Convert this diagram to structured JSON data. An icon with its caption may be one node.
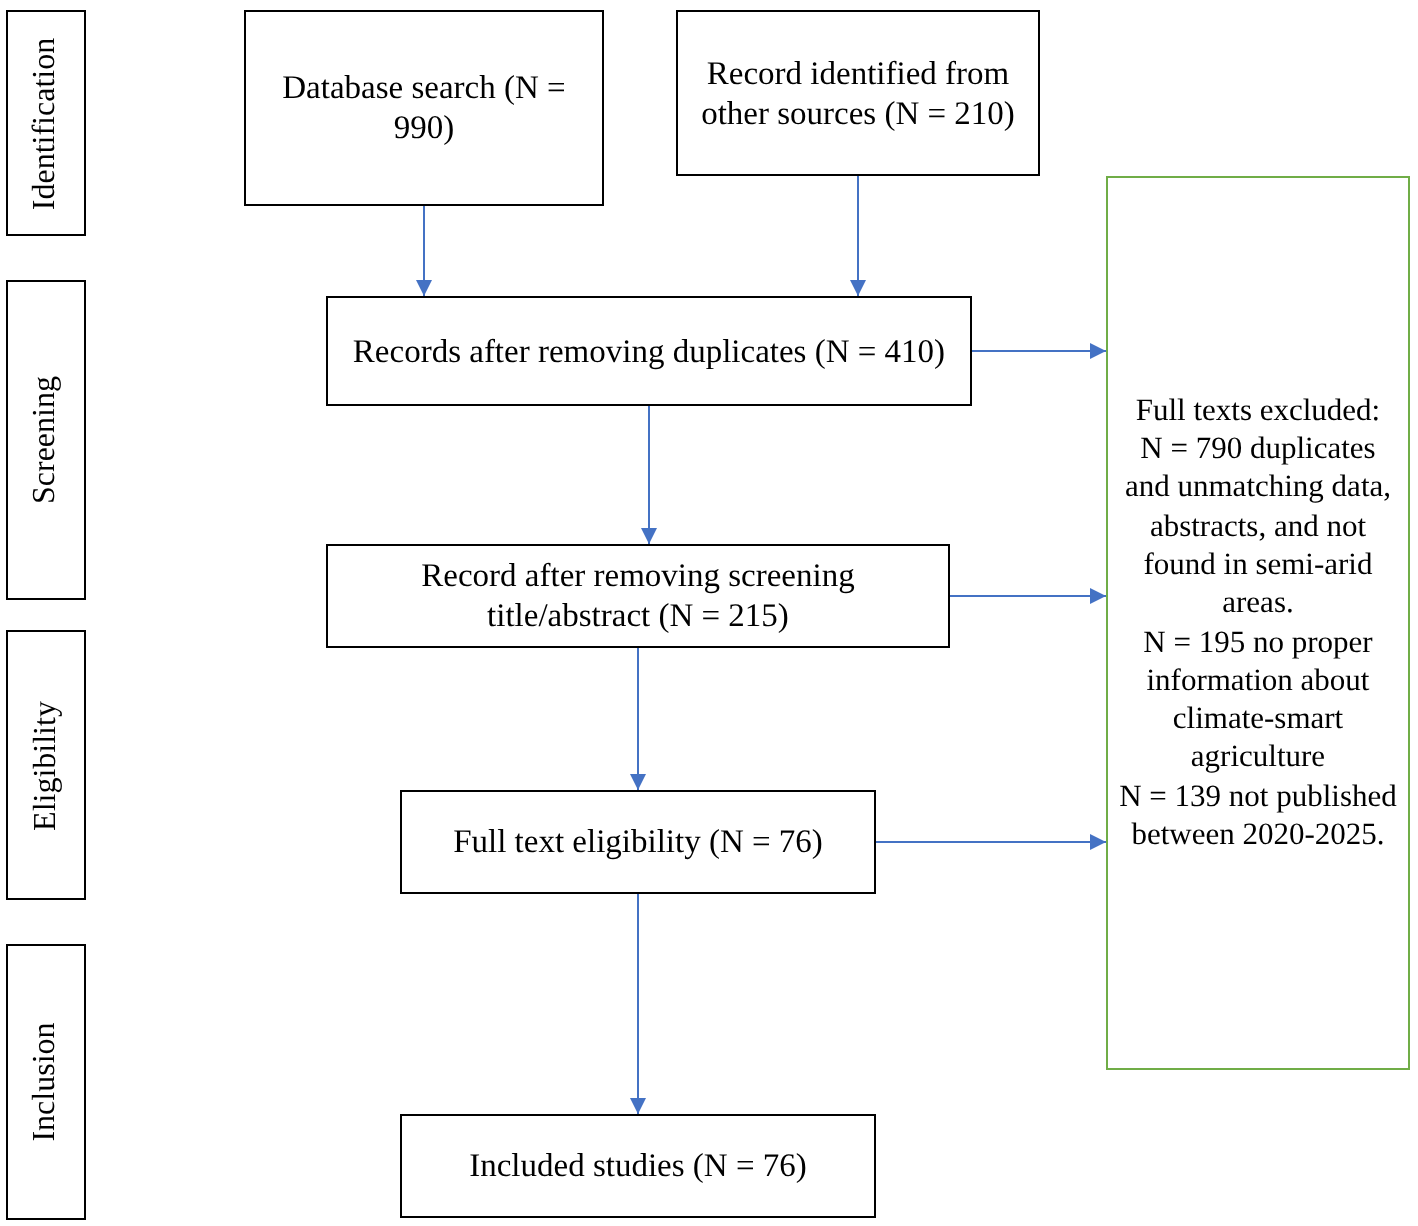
{
  "diagram": {
    "nodes": [
      {
        "text": [
          "Identification"
        ]
      },
      {
        "text": [
          "Screening"
        ]
      },
      {
        "text": [
          "Eligibility"
        ]
      },
      {
        "text": [
          "Inclusion"
        ]
      },
      {
        "text": [
          "Database search (N = 990)"
        ]
      },
      {
        "text": [
          "Record identified from other sources (N = 210)"
        ]
      },
      {
        "text": [
          "Records after removing duplicates (N = 410)"
        ]
      },
      {
        "text": [
          "Record after removing screening title/abstract (N = 215)"
        ]
      },
      {
        "text": [
          "Full text eligibility (N = 76)"
        ]
      },
      {
        "text": [
          "Included studies (N = 76)"
        ]
      },
      {
        "text": [
          "Full texts excluded:",
          "N = 790 duplicates and unmatching data, abstracts, and not found in semi-arid areas.",
          "N = 195 no proper information about climate-smart agriculture",
          "N = 139 not published between 2020-2025."
        ]
      }
    ],
    "edges": [
      {
        "from": 4,
        "to": 6,
        "arrow": "to"
      },
      {
        "from": 5,
        "to": 6,
        "arrow": "to"
      },
      {
        "from": 6,
        "to": 7,
        "arrow": "to"
      },
      {
        "from": 7,
        "to": 8,
        "arrow": "to"
      },
      {
        "from": 8,
        "to": 9,
        "arrow": "to"
      },
      {
        "from": 6,
        "to": 10,
        "arrow": "to"
      },
      {
        "from": 7,
        "to": 10,
        "arrow": "to"
      },
      {
        "from": 8,
        "to": 10,
        "arrow": "to"
      }
    ]
  }
}
